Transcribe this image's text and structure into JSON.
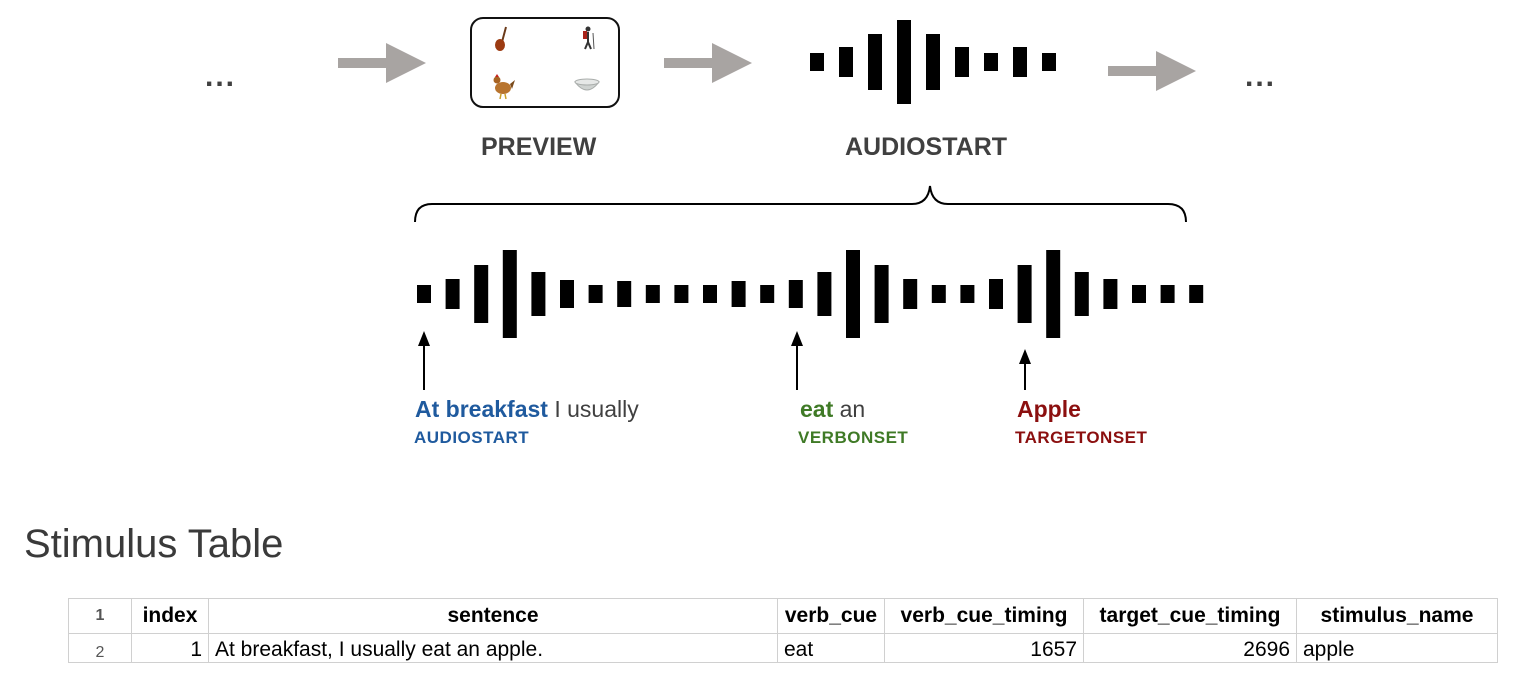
{
  "flow": {
    "ellipsis_left": "...",
    "ellipsis_right": "...",
    "preview_label": "PREVIEW",
    "audiostart_label": "AUDIOSTART",
    "preview_icons": [
      "guitar-icon",
      "hiker-icon",
      "chicken-icon",
      "bowl-icon"
    ]
  },
  "timeline": {
    "segment1": {
      "highlight": "At breakfast",
      "rest": " I usually",
      "tag": "AUDIOSTART",
      "color": "#1f5a9e"
    },
    "segment2": {
      "highlight": "eat",
      "rest": " an",
      "tag": "VERBONSET",
      "color": "#3f7a26"
    },
    "segment3": {
      "highlight": "Apple",
      "rest": "",
      "tag": "TARGETONSET",
      "color": "#8b0f0f"
    }
  },
  "table": {
    "title": "Stimulus Table",
    "header_row_number": "1",
    "columns": [
      "index",
      "sentence",
      "verb_cue",
      "verb_cue_timing",
      "target_cue_timing",
      "stimulus_name"
    ],
    "rows": [
      {
        "row_number": "2",
        "index": "1",
        "sentence": "At breakfast, I usually eat an apple.",
        "verb_cue": "eat",
        "verb_cue_timing": "1657",
        "target_cue_timing": "2696",
        "stimulus_name": "apple"
      }
    ]
  }
}
